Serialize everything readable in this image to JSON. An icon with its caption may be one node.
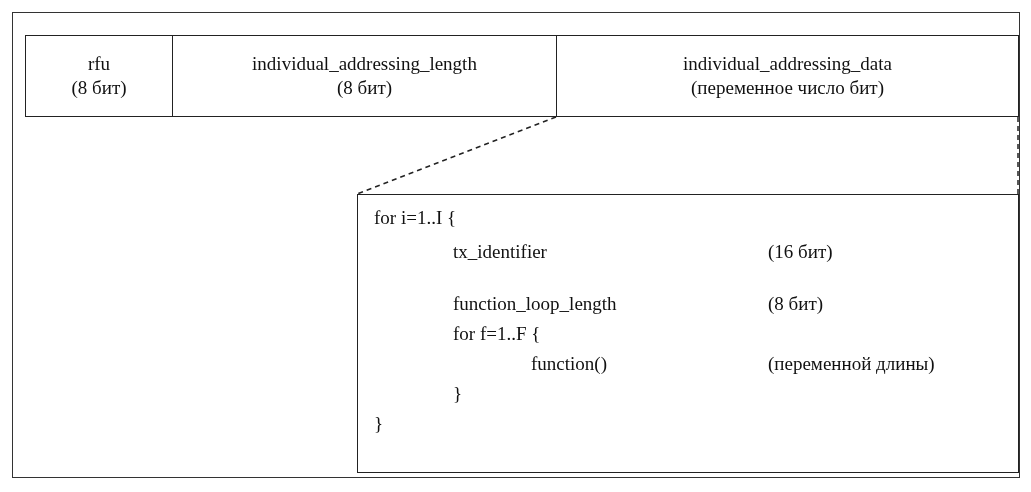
{
  "diagram": {
    "nodes": [
      {
        "text": [
          "rfu",
          "(8 бит)"
        ]
      },
      {
        "text": [
          "individual_addressing_length",
          "(8 бит)"
        ]
      },
      {
        "text": [
          "individual_addressing_data",
          "(переменное число бит)"
        ]
      },
      {
        "text": [
          "for i=1..I {",
          "tx_identifier",
          "(16 бит)",
          "function_loop_length",
          "(8 бит)",
          "for f=1..F {",
          "function()",
          "(переменной длины)",
          "}",
          "}"
        ]
      }
    ],
    "edges": [
      {
        "from": 2,
        "to": 3,
        "arrow": "none",
        "style": "dashed"
      },
      {
        "from": 2,
        "to": 3,
        "arrow": "none",
        "style": "dashed"
      }
    ]
  }
}
